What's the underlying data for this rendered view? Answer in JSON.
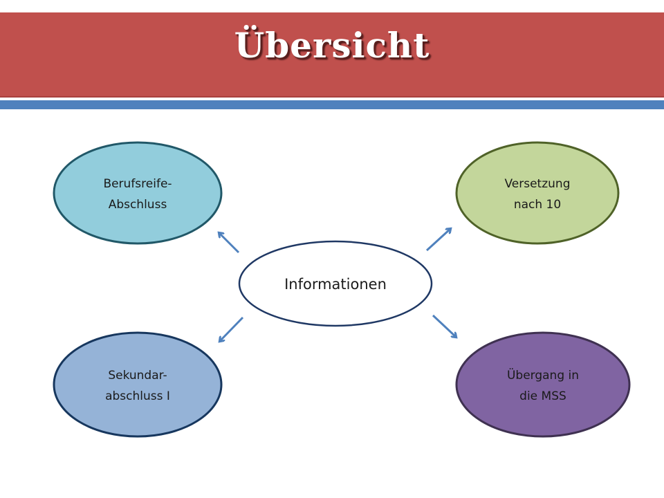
{
  "title": "Übersicht",
  "colors": {
    "banner": "#c0504d",
    "accent_bar": "#4f81bd",
    "arrow": "#4f81bd"
  },
  "center": {
    "label": "Informationen"
  },
  "nodes": {
    "top_left": {
      "line1": "Berufsreife-",
      "line2": "Abschluss",
      "fill": "#92cddc",
      "stroke": "#215868"
    },
    "top_right": {
      "line1": "Versetzung",
      "line2": "nach 10",
      "fill": "#c3d69b",
      "stroke": "#4f6228"
    },
    "bottom_left": {
      "line1": "Sekundar-",
      "line2": "abschluss I",
      "fill": "#95b3d7",
      "stroke": "#17375e"
    },
    "bottom_right": {
      "line1": "Übergang in",
      "line2": "die MSS",
      "fill": "#8064a2",
      "stroke": "#3f3151"
    }
  }
}
